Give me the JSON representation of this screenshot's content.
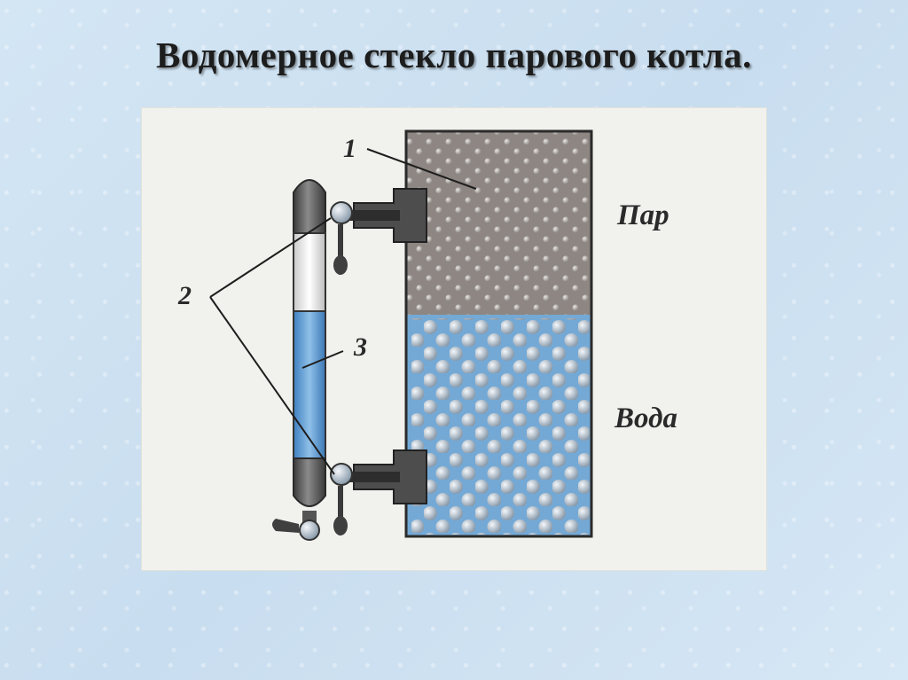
{
  "title": "Водомерное стекло парового котла.",
  "figure": {
    "label_1": "1",
    "label_2": "2",
    "label_3": "3",
    "label_steam": "Пар",
    "label_water": "Вода"
  },
  "colors": {
    "steam": "#8d8682",
    "water": "#74a9d6",
    "tube_water": "#5d9ad2",
    "metal": "#5c5c5c",
    "paper": "#f1f1ee"
  }
}
